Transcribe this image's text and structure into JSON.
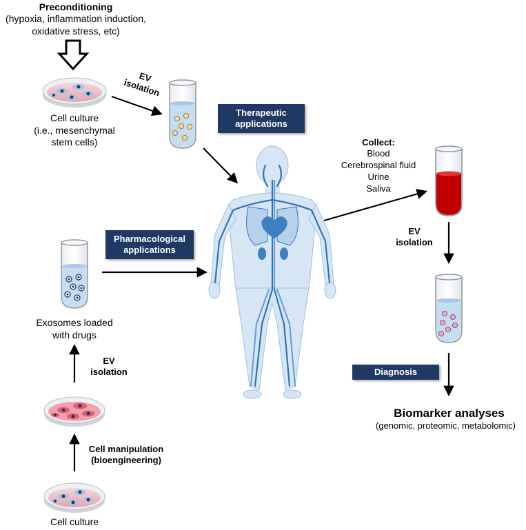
{
  "preconditioning": {
    "title": "Preconditioning",
    "detail": "(hypoxia, inflammation induction,\noxidative stress, etc)"
  },
  "cell_culture_top": {
    "label": "Cell culture\n(i.e., mesenchymal\nstem cells)"
  },
  "ev_isolation_top": "EV\nisolation",
  "therapeutic": "Therapeutic\napplications",
  "pharmacological": "Pharmacological\napplications",
  "exosomes": "Exosomes loaded\nwith drugs",
  "ev_isolation_left": "EV\nisolation",
  "cell_manipulation": "Cell manipulation\n(bioengineering)",
  "cell_culture_bottom": "Cell culture",
  "collect": {
    "title": "Collect:",
    "items": [
      "Blood",
      "Cerebrospinal fluid",
      "Urine",
      "Saliva"
    ]
  },
  "ev_isolation_right": "EV\nisolation",
  "diagnosis": "Diagnosis",
  "biomarker": {
    "title": "Biomarker analyses",
    "detail": "(genomic, proteomic, metabolomic)"
  },
  "colors": {
    "box": "#1f3864",
    "blood": "#c00000",
    "vessels": "#2e75b6",
    "body": "#d6e6f5"
  }
}
